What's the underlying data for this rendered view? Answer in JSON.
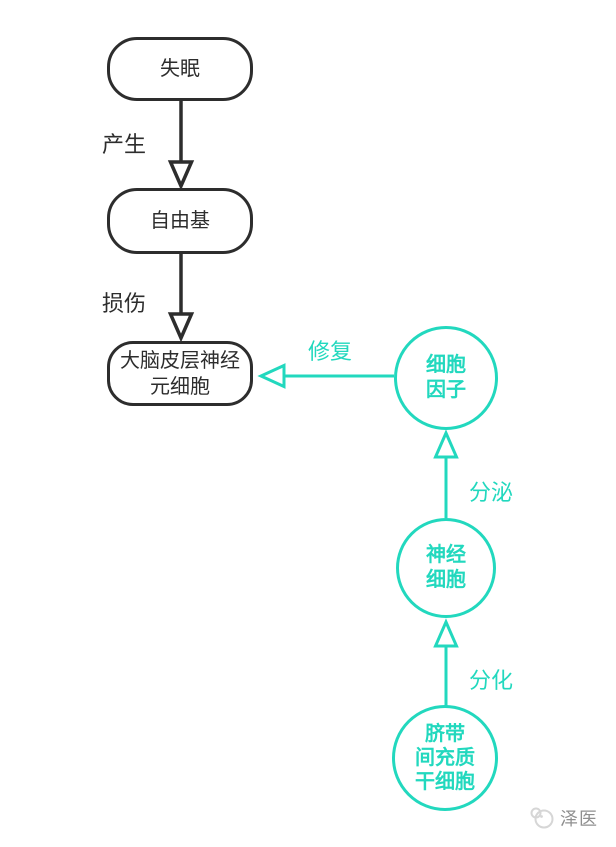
{
  "diagram": {
    "title_hint": "stem-cell-insomnia-repair-flowchart",
    "colors": {
      "background": "#FFFFFF",
      "ink": "#2D2D2D",
      "teal": "#22D8BE",
      "watermark_text": "#8F8F8F",
      "watermark_logo": "#D6D6D6"
    },
    "nodes": {
      "insomnia": {
        "label": "失眠"
      },
      "free_radical": {
        "label": "自由基"
      },
      "cortex_neuron": {
        "lines": [
          "大脑皮层神经",
          "元细胞"
        ]
      },
      "cytokine": {
        "lines": [
          "细胞",
          "因子"
        ]
      },
      "nerve_cell": {
        "lines": [
          "神经",
          "细胞"
        ]
      },
      "stem_cell": {
        "lines": [
          "脐带",
          "间充质",
          "干细胞"
        ]
      }
    },
    "edges": {
      "produce": "产生",
      "damage": "损伤",
      "repair": "修复",
      "secrete": "分泌",
      "differentiate": "分化"
    },
    "watermark": {
      "brand": "泽医"
    }
  }
}
